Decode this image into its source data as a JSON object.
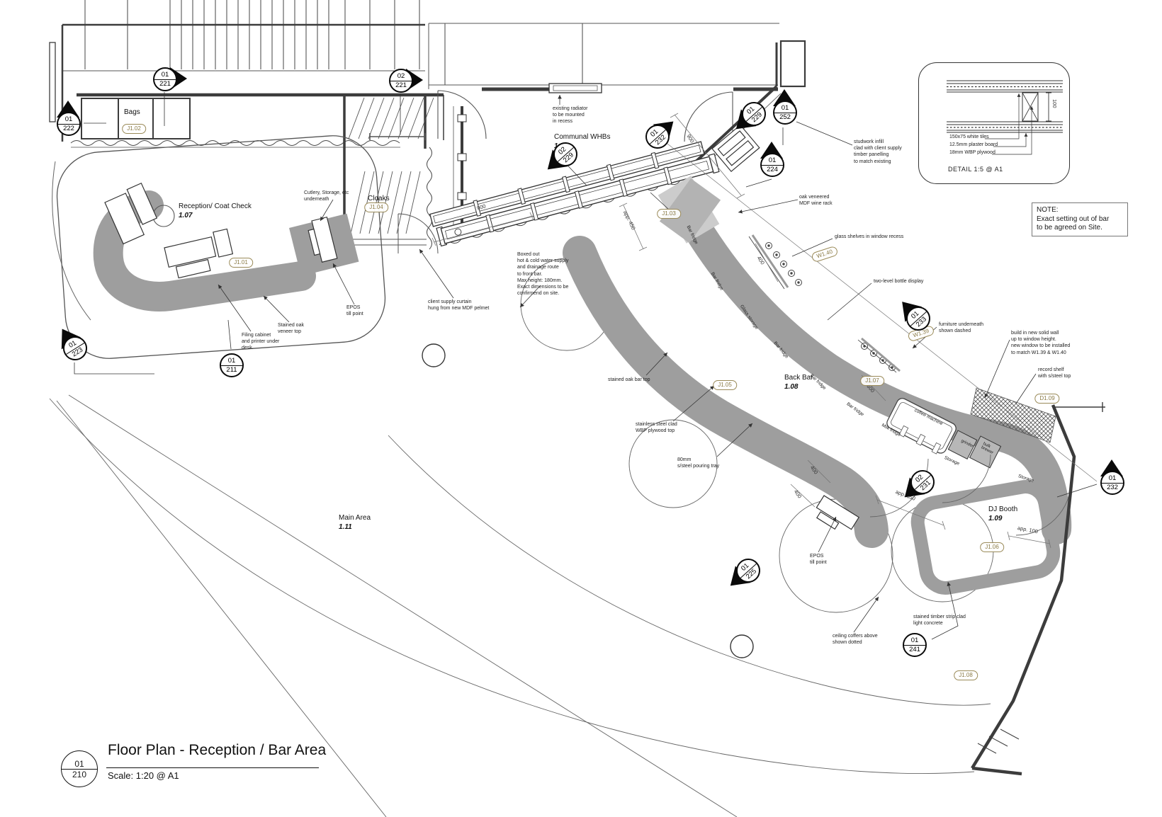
{
  "title_block": {
    "detail_ref": "01",
    "sheet_ref": "210",
    "title": "Floor Plan - Reception / Bar Area",
    "scale": "Scale: 1:20 @ A1"
  },
  "note_box": {
    "text": "NOTE:\nExact setting out of bar\nto be agreed on Site."
  },
  "detail_box": {
    "caption": "DETAIL  1:5 @ A1",
    "dim": "100",
    "labels": [
      "150x75 white tiles",
      "12.5mm plaster board",
      "18mm WBP plywood"
    ]
  },
  "rooms": {
    "bags": {
      "name": "Bags"
    },
    "cloaks": {
      "name": "Cloaks"
    },
    "reception": {
      "name": "Reception/ Coat Check",
      "num": "1.07"
    },
    "whbs": {
      "name": "Communal WHBs",
      "num": "1.06"
    },
    "back_bar": {
      "name": "Back Bar",
      "num": "1.08"
    },
    "dj_booth": {
      "name": "DJ Booth",
      "num": "1.09"
    },
    "main_area": {
      "name": "Main Area",
      "num": "1.11"
    }
  },
  "tags": {
    "j101": "J1.01",
    "j102": "J1.02",
    "j103": "J1.03",
    "j104": "J1.04",
    "j105": "J1.05",
    "j106": "J1.06",
    "j107": "J1.07",
    "j108": "J1.08",
    "w139": "W1.39",
    "w140": "W1.40",
    "d109": "D1.09"
  },
  "markers": [
    {
      "top": "01",
      "bot": "221"
    },
    {
      "top": "02",
      "bot": "221"
    },
    {
      "top": "01",
      "bot": "222"
    },
    {
      "top": "01",
      "bot": "223"
    },
    {
      "top": "01",
      "bot": "211"
    },
    {
      "top": "02",
      "bot": "229"
    },
    {
      "top": "01",
      "bot": "229"
    },
    {
      "top": "01",
      "bot": "252"
    },
    {
      "top": "01",
      "bot": "224"
    },
    {
      "top": "01",
      "bot": "232"
    },
    {
      "top": "01",
      "bot": "233"
    },
    {
      "top": "02",
      "bot": "231"
    },
    {
      "top": "01",
      "bot": "225"
    },
    {
      "top": "01",
      "bot": "232"
    },
    {
      "top": "01",
      "bot": "241"
    }
  ],
  "annotations": [
    "existing radiator\nto be mounted\nin recess",
    "studwork infill\nclad with client supply\ntimber panelling\nto match existing",
    "oak veneered\nMDF wine rack",
    "glass shelves in window recess",
    "two-level bottle display",
    "furniture underneath\nshown dashed",
    "build in new solid wall\nup to window height.\nnew window to be installed\nto match W1.39 & W1.40",
    "record shelf\nwith s/steel top",
    "Cutlery, Storage, etc\nunderneath",
    "client supply curtain\nhung from new MDF pelmet",
    "Boxed out\nhot & cold water supply\nand drainage route\nto front bar.\nMax height: 180mm.\nExact dimensions to be\nconfirmend on site.",
    "EPOS\ntill point",
    "Stained oak\nveneer top",
    "Filing cabinet\nand printer under\ndesk.",
    "stained oak bar top",
    "stainless steel clad\nWBP plywood top",
    "80mm\ns/steel pouring tray",
    "EPOS\ntill point",
    "ceiling coffers above\nshown dotted",
    "stained timber strip clad\nlight concrete"
  ],
  "equipment": [
    "coffee machine",
    "grinder",
    "bulk\nbrewer",
    "Storage",
    "Storage",
    "Milk fridge",
    "Bar fridge",
    "Bar fridge",
    "Glass storage",
    "Bar fridge",
    "Bar fridge",
    "Bar fridge"
  ],
  "dims": [
    "900",
    "app. 450",
    "900",
    "400",
    "600",
    "400",
    "400",
    "app. 550",
    "app. 100"
  ],
  "colors": {
    "bar_fill": "#9e9e9e",
    "light_fill": "#cccccc",
    "wine_rack": "#b3b3b3",
    "tag": "#8a7a45",
    "wall": "#3c3c3c",
    "thin_line": "#666666",
    "marker": "#0a0a0a"
  }
}
